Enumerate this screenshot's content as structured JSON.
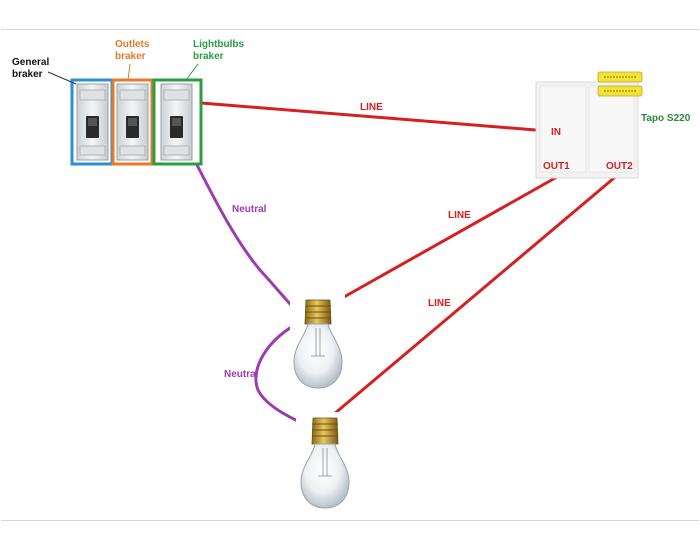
{
  "labels": {
    "general_breaker": "General braker",
    "outlets_breaker": "Outlets braker",
    "lightbulbs_breaker": "Lightbulbs braker",
    "tapo": "Tapo S220",
    "in": "IN",
    "out1": "OUT1",
    "out2": "OUT2",
    "line_main": "LINE",
    "line_out1": "LINE",
    "line_out2": "LINE",
    "neutral_main": "Neutral",
    "neutral_bridge": "Neutral"
  },
  "colors": {
    "line_wire": "#d62020",
    "neutral_wire": "#9b3cb0",
    "general_box": "#2b8fd0",
    "outlets_box": "#e8792a",
    "lightbulbs_box": "#2a9d45",
    "tapo_label": "#2a8c3c"
  },
  "icons": {
    "breaker": "circuit-breaker-icon",
    "switch": "smart-switch-icon",
    "bulb": "lightbulb-icon"
  }
}
